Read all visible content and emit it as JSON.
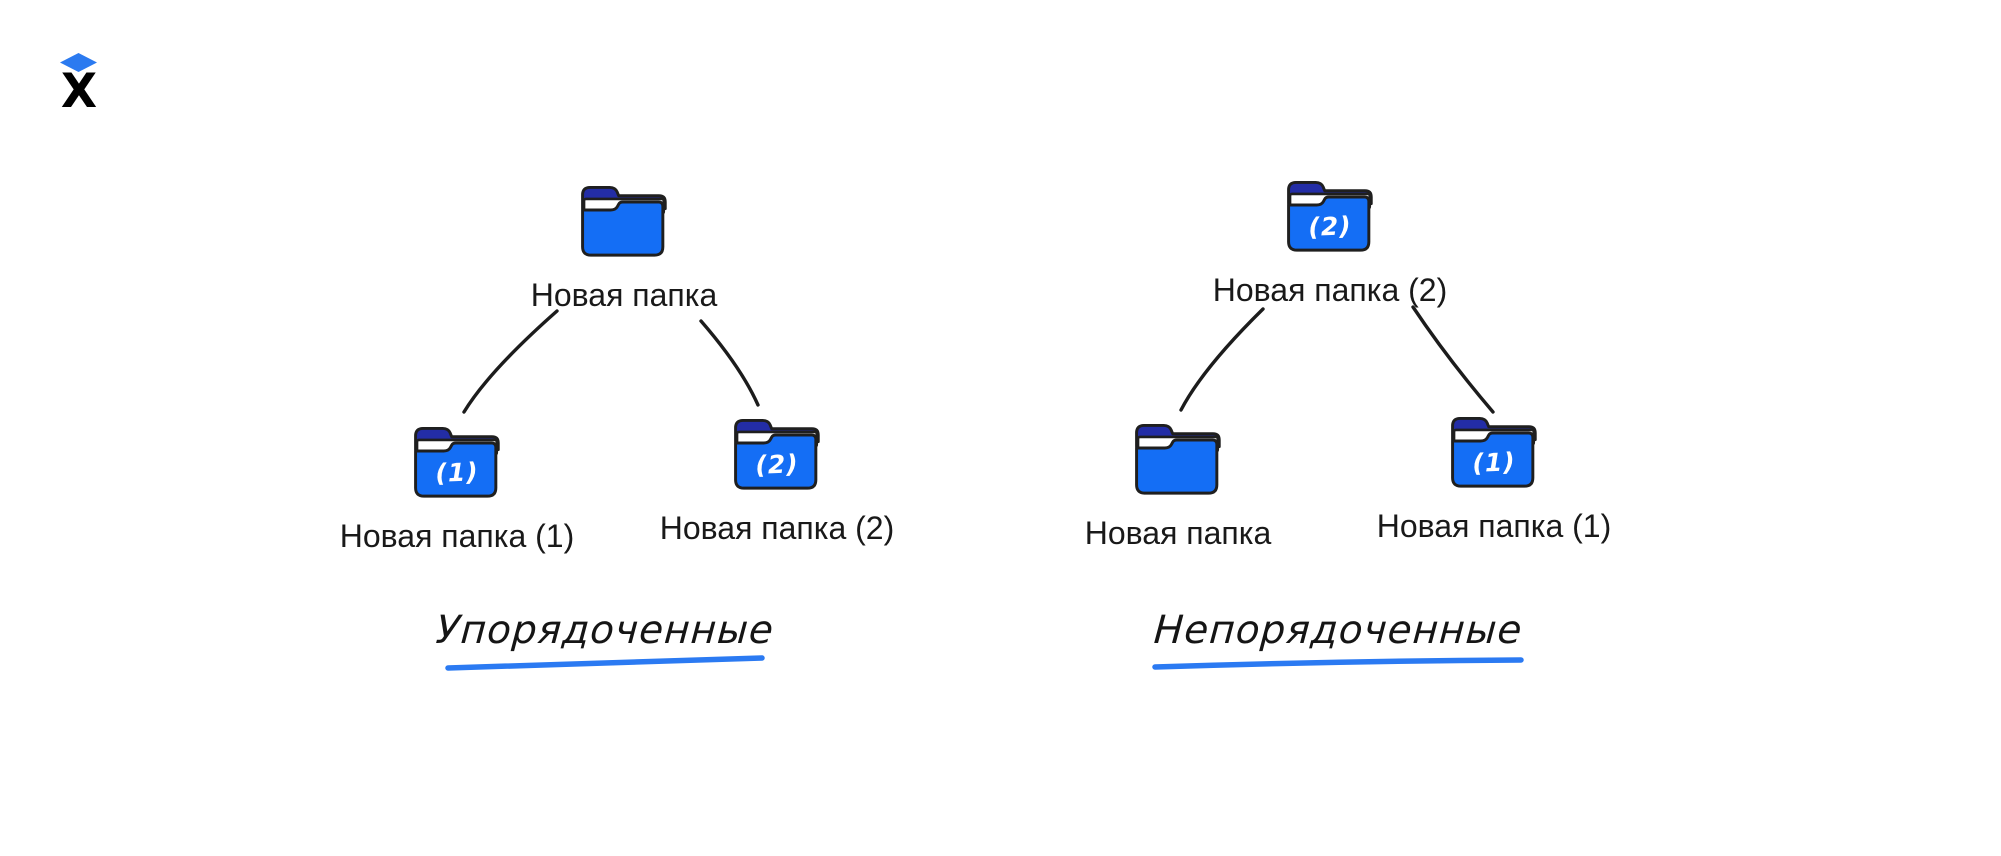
{
  "logo": {
    "letter": "X"
  },
  "trees": {
    "ordered": {
      "root": {
        "label": "Новая папка"
      },
      "children": [
        {
          "label": "Новая папка (1)",
          "badge": "(1)"
        },
        {
          "label": "Новая папка (2)",
          "badge": "(2)"
        }
      ],
      "caption": "Упорядоченные"
    },
    "unordered": {
      "root": {
        "label": "Новая папка (2)",
        "badge": "(2)"
      },
      "children": [
        {
          "label": "Новая папка"
        },
        {
          "label": "Новая папка (1)",
          "badge": "(1)"
        }
      ],
      "caption": "Непорядоченные"
    }
  },
  "colors": {
    "folder_body": "#146ef5",
    "folder_tab": "#232da6",
    "folder_paper": "#ffffff",
    "outline": "#1f1f1f",
    "underline": "#2b7af2",
    "logo_diamond": "#2b7af0",
    "logo_letter": "#000000",
    "label_text": "#191919"
  }
}
